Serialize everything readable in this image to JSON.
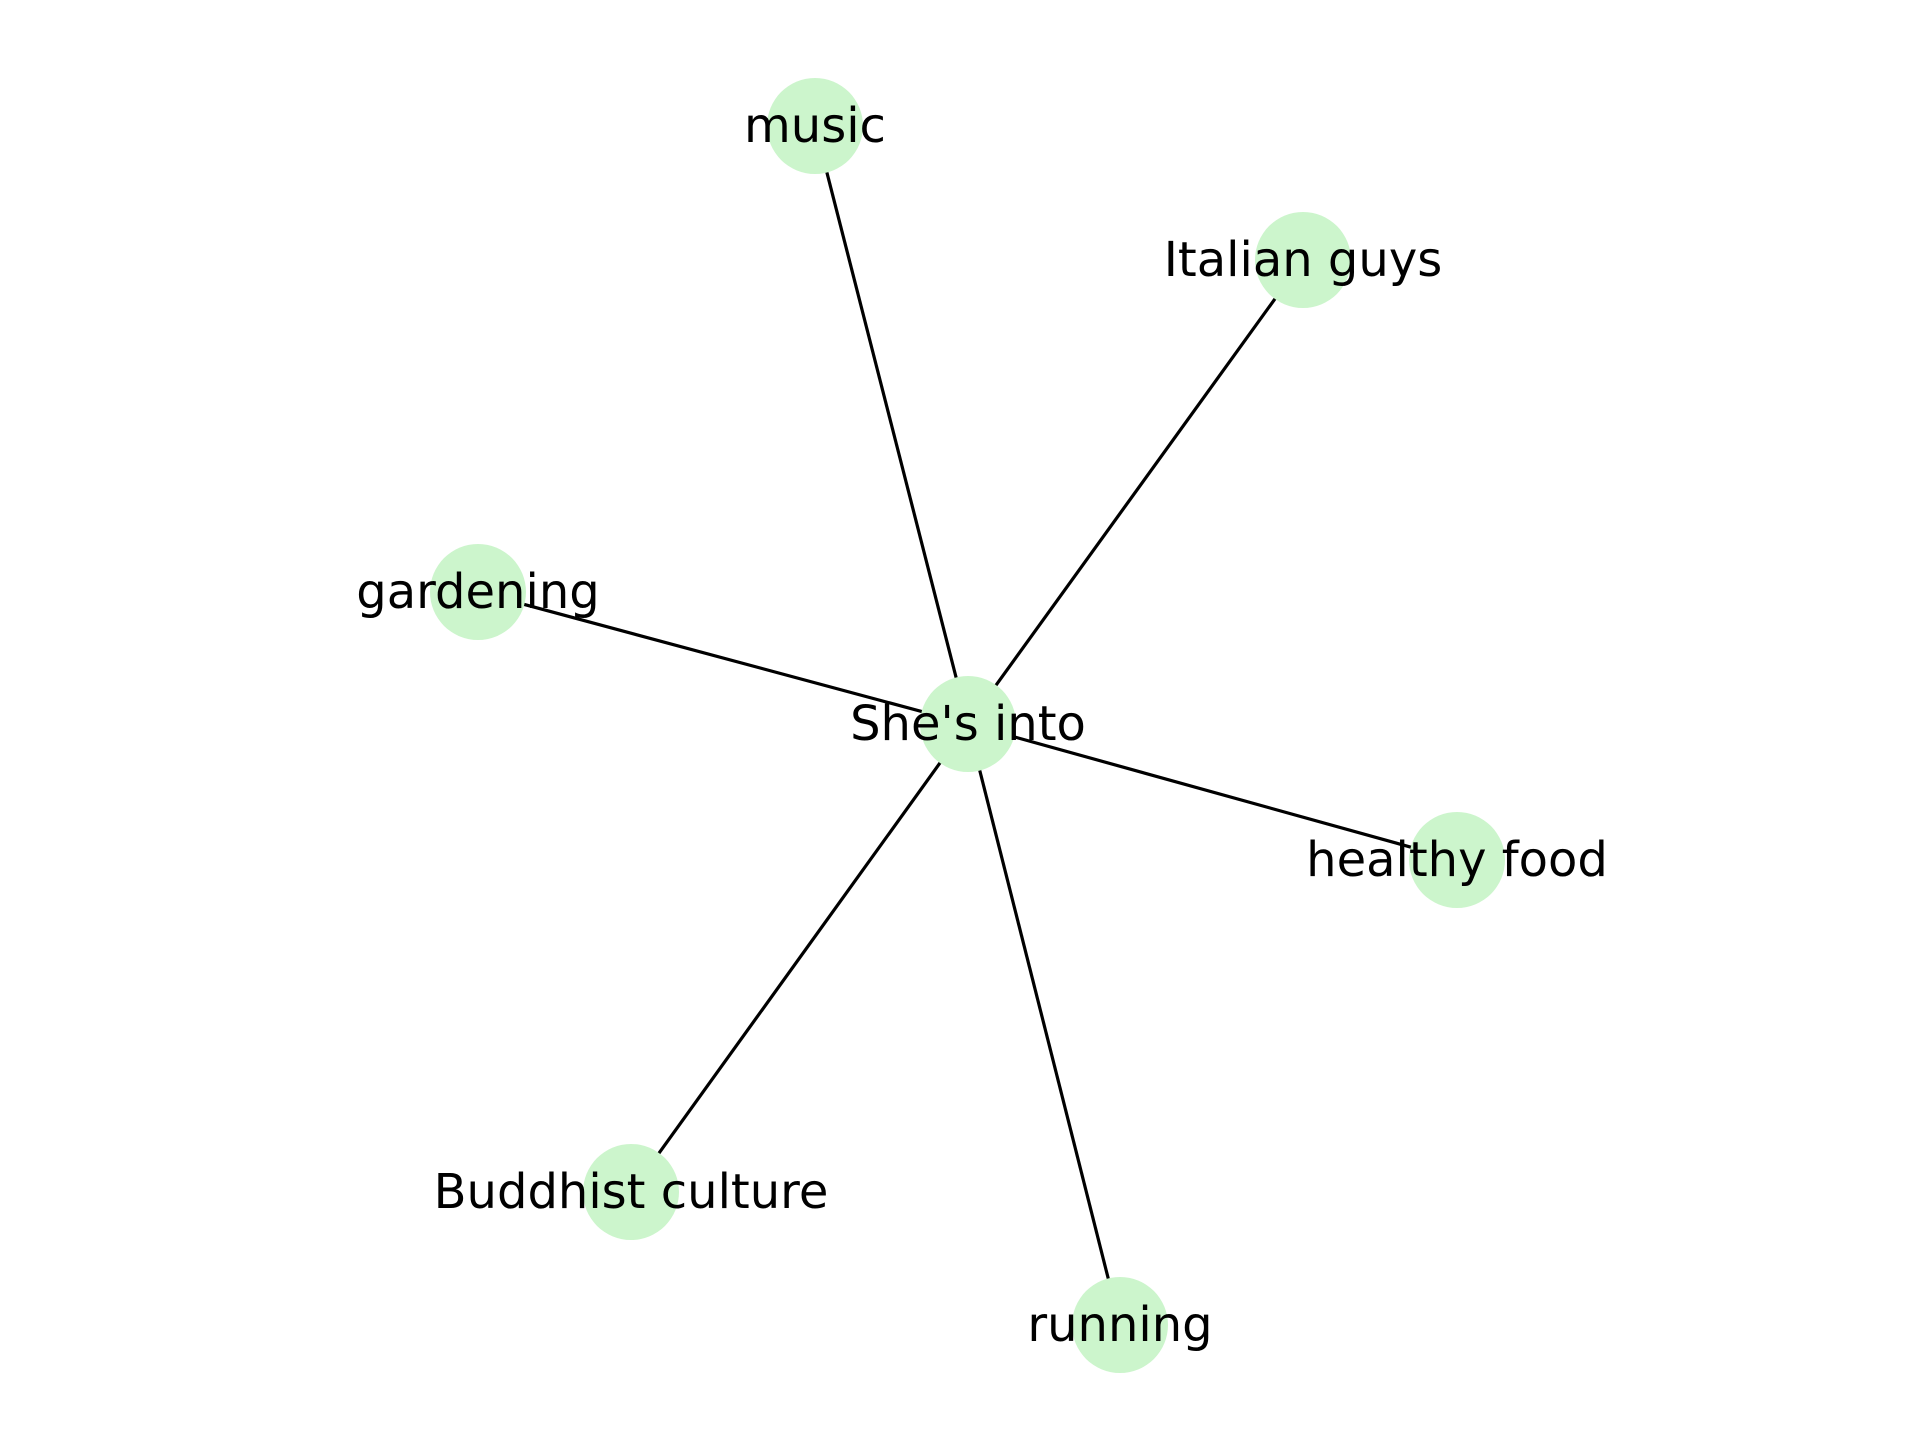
{
  "diagram": {
    "type": "star-graph",
    "center": {
      "id": "center",
      "label": "She's into"
    },
    "nodes": [
      {
        "id": "music",
        "label": "music"
      },
      {
        "id": "italian-guys",
        "label": "Italian guys"
      },
      {
        "id": "gardening",
        "label": "gardening"
      },
      {
        "id": "healthy-food",
        "label": "healthy food"
      },
      {
        "id": "buddhist-culture",
        "label": "Buddhist culture"
      },
      {
        "id": "running",
        "label": "running"
      }
    ],
    "edges": [
      [
        "center",
        "music"
      ],
      [
        "center",
        "italian-guys"
      ],
      [
        "center",
        "gardening"
      ],
      [
        "center",
        "healthy-food"
      ],
      [
        "center",
        "buddhist-culture"
      ],
      [
        "center",
        "running"
      ]
    ],
    "colors": {
      "node_fill": "#ccf5cc",
      "edge": "#000000",
      "label": "#000000",
      "background": "#ffffff"
    }
  }
}
